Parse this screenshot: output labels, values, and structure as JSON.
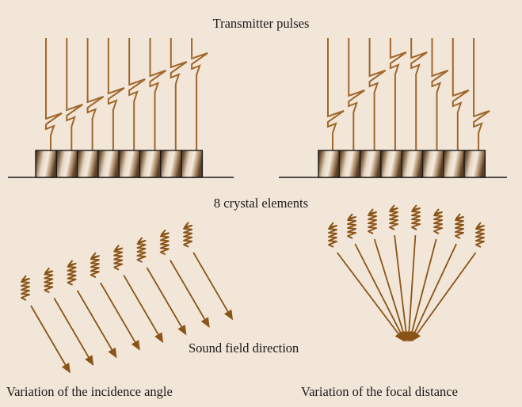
{
  "labels": {
    "transmitter_pulses": "Transmitter pulses",
    "crystal_elements": "8 crystal elements",
    "sound_field_direction": "Sound field direction",
    "incidence_angle": "Variation of the incidence angle",
    "focal_distance": "Variation of the focal distance"
  },
  "crystal_count": 8,
  "colors": {
    "background": "#f2e6d8",
    "pulse_line": "#a0662a",
    "arrow": "#8a5418",
    "wave": "#8a5418",
    "crystal_dark": "#3a2a1c",
    "crystal_light": "#f4ebdf",
    "outline": "#1a1a1a",
    "text": "#1a1a1a"
  },
  "icons": {
    "pulse": "transmitter-pulse-line",
    "wave": "spiral-wave-icon",
    "arrow": "sound-direction-arrow"
  }
}
